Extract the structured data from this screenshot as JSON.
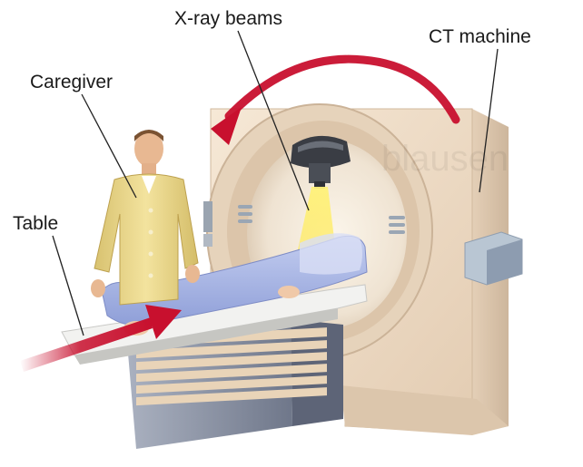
{
  "labels": {
    "xray_beams": "X-ray beams",
    "ct_machine": "CT machine",
    "caregiver": "Caregiver",
    "table": "Table"
  },
  "watermark": "blausen",
  "colors": {
    "machine_body": "#efdcc6",
    "machine_shadow": "#c9b49d",
    "bore_inner": "#f4ecdf",
    "xray_beam": "#ffeb3b",
    "patient_gown": "#a9b6e6",
    "caregiver_coat": "#ecd88a",
    "table_top": "#ececea",
    "table_base": "#8e96a8",
    "arrow": "#c8102e",
    "leader_line": "#222222"
  }
}
